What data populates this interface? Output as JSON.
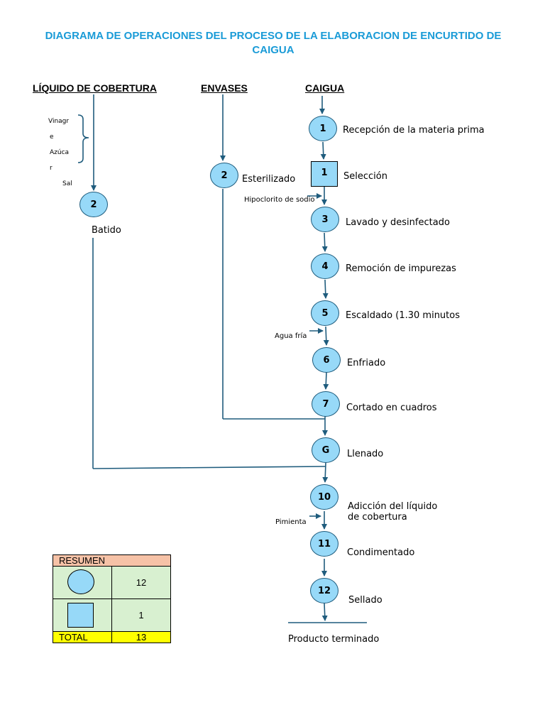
{
  "title": "DIAGRAMA DE OPERACIONES DEL PROCESO DE LA ELABORACION DE ENCURTIDO DE CAIGUA",
  "columns": {
    "liquido": "LÍQUIDO DE COBERTURA",
    "envases": "ENVASES",
    "caigua": "CAIGUA"
  },
  "liquido_inputs": {
    "vinagre_1": "Vinagr",
    "vinagre_2": "e",
    "azucar_1": "Azúca",
    "azucar_2": "r",
    "sal": "Sal"
  },
  "liquido_op": {
    "number": "2",
    "label": "Batido"
  },
  "envases_op": {
    "number": "2",
    "label": "Esterilizado"
  },
  "caigua_steps": [
    {
      "number": "1",
      "label": "Recepción de la materia prima",
      "shape": "circle"
    },
    {
      "number": "1",
      "label": "Selección",
      "shape": "square"
    },
    {
      "number": "3",
      "label": "Lavado y desinfectado",
      "shape": "circle"
    },
    {
      "number": "4",
      "label": "Remoción de impurezas",
      "shape": "circle"
    },
    {
      "number": "5",
      "label": "Escaldado (1.30 minutos",
      "shape": "circle"
    },
    {
      "number": "6",
      "label": "Enfriado",
      "shape": "circle"
    },
    {
      "number": "7",
      "label": "Cortado en cuadros",
      "shape": "circle"
    },
    {
      "number": "G",
      "label": "Llenado",
      "shape": "circle"
    },
    {
      "number": "10",
      "label": "Adicción del líquido",
      "label2": "de cobertura",
      "shape": "circle"
    },
    {
      "number": "11",
      "label": "Condimentado",
      "shape": "circle"
    },
    {
      "number": "12",
      "label": "Sellado",
      "shape": "circle"
    }
  ],
  "side_inputs": {
    "hipoclorito": "Hipoclorito de sodio",
    "agua_fria": "Agua fría",
    "pimienta": "Pimienta"
  },
  "end_label": "Producto terminado",
  "summary": {
    "header": "RESUMEN",
    "operations_count": "12",
    "inspections_count": "1",
    "total_label": "TOTAL",
    "total_value": "13"
  },
  "colors": {
    "title": "#1a9bd7",
    "node_fill": "#97d9f8",
    "line": "#1f5c7d",
    "summary_header": "#f6c2a7",
    "summary_rows": "#d8f0d0",
    "summary_total": "#ffff00"
  }
}
